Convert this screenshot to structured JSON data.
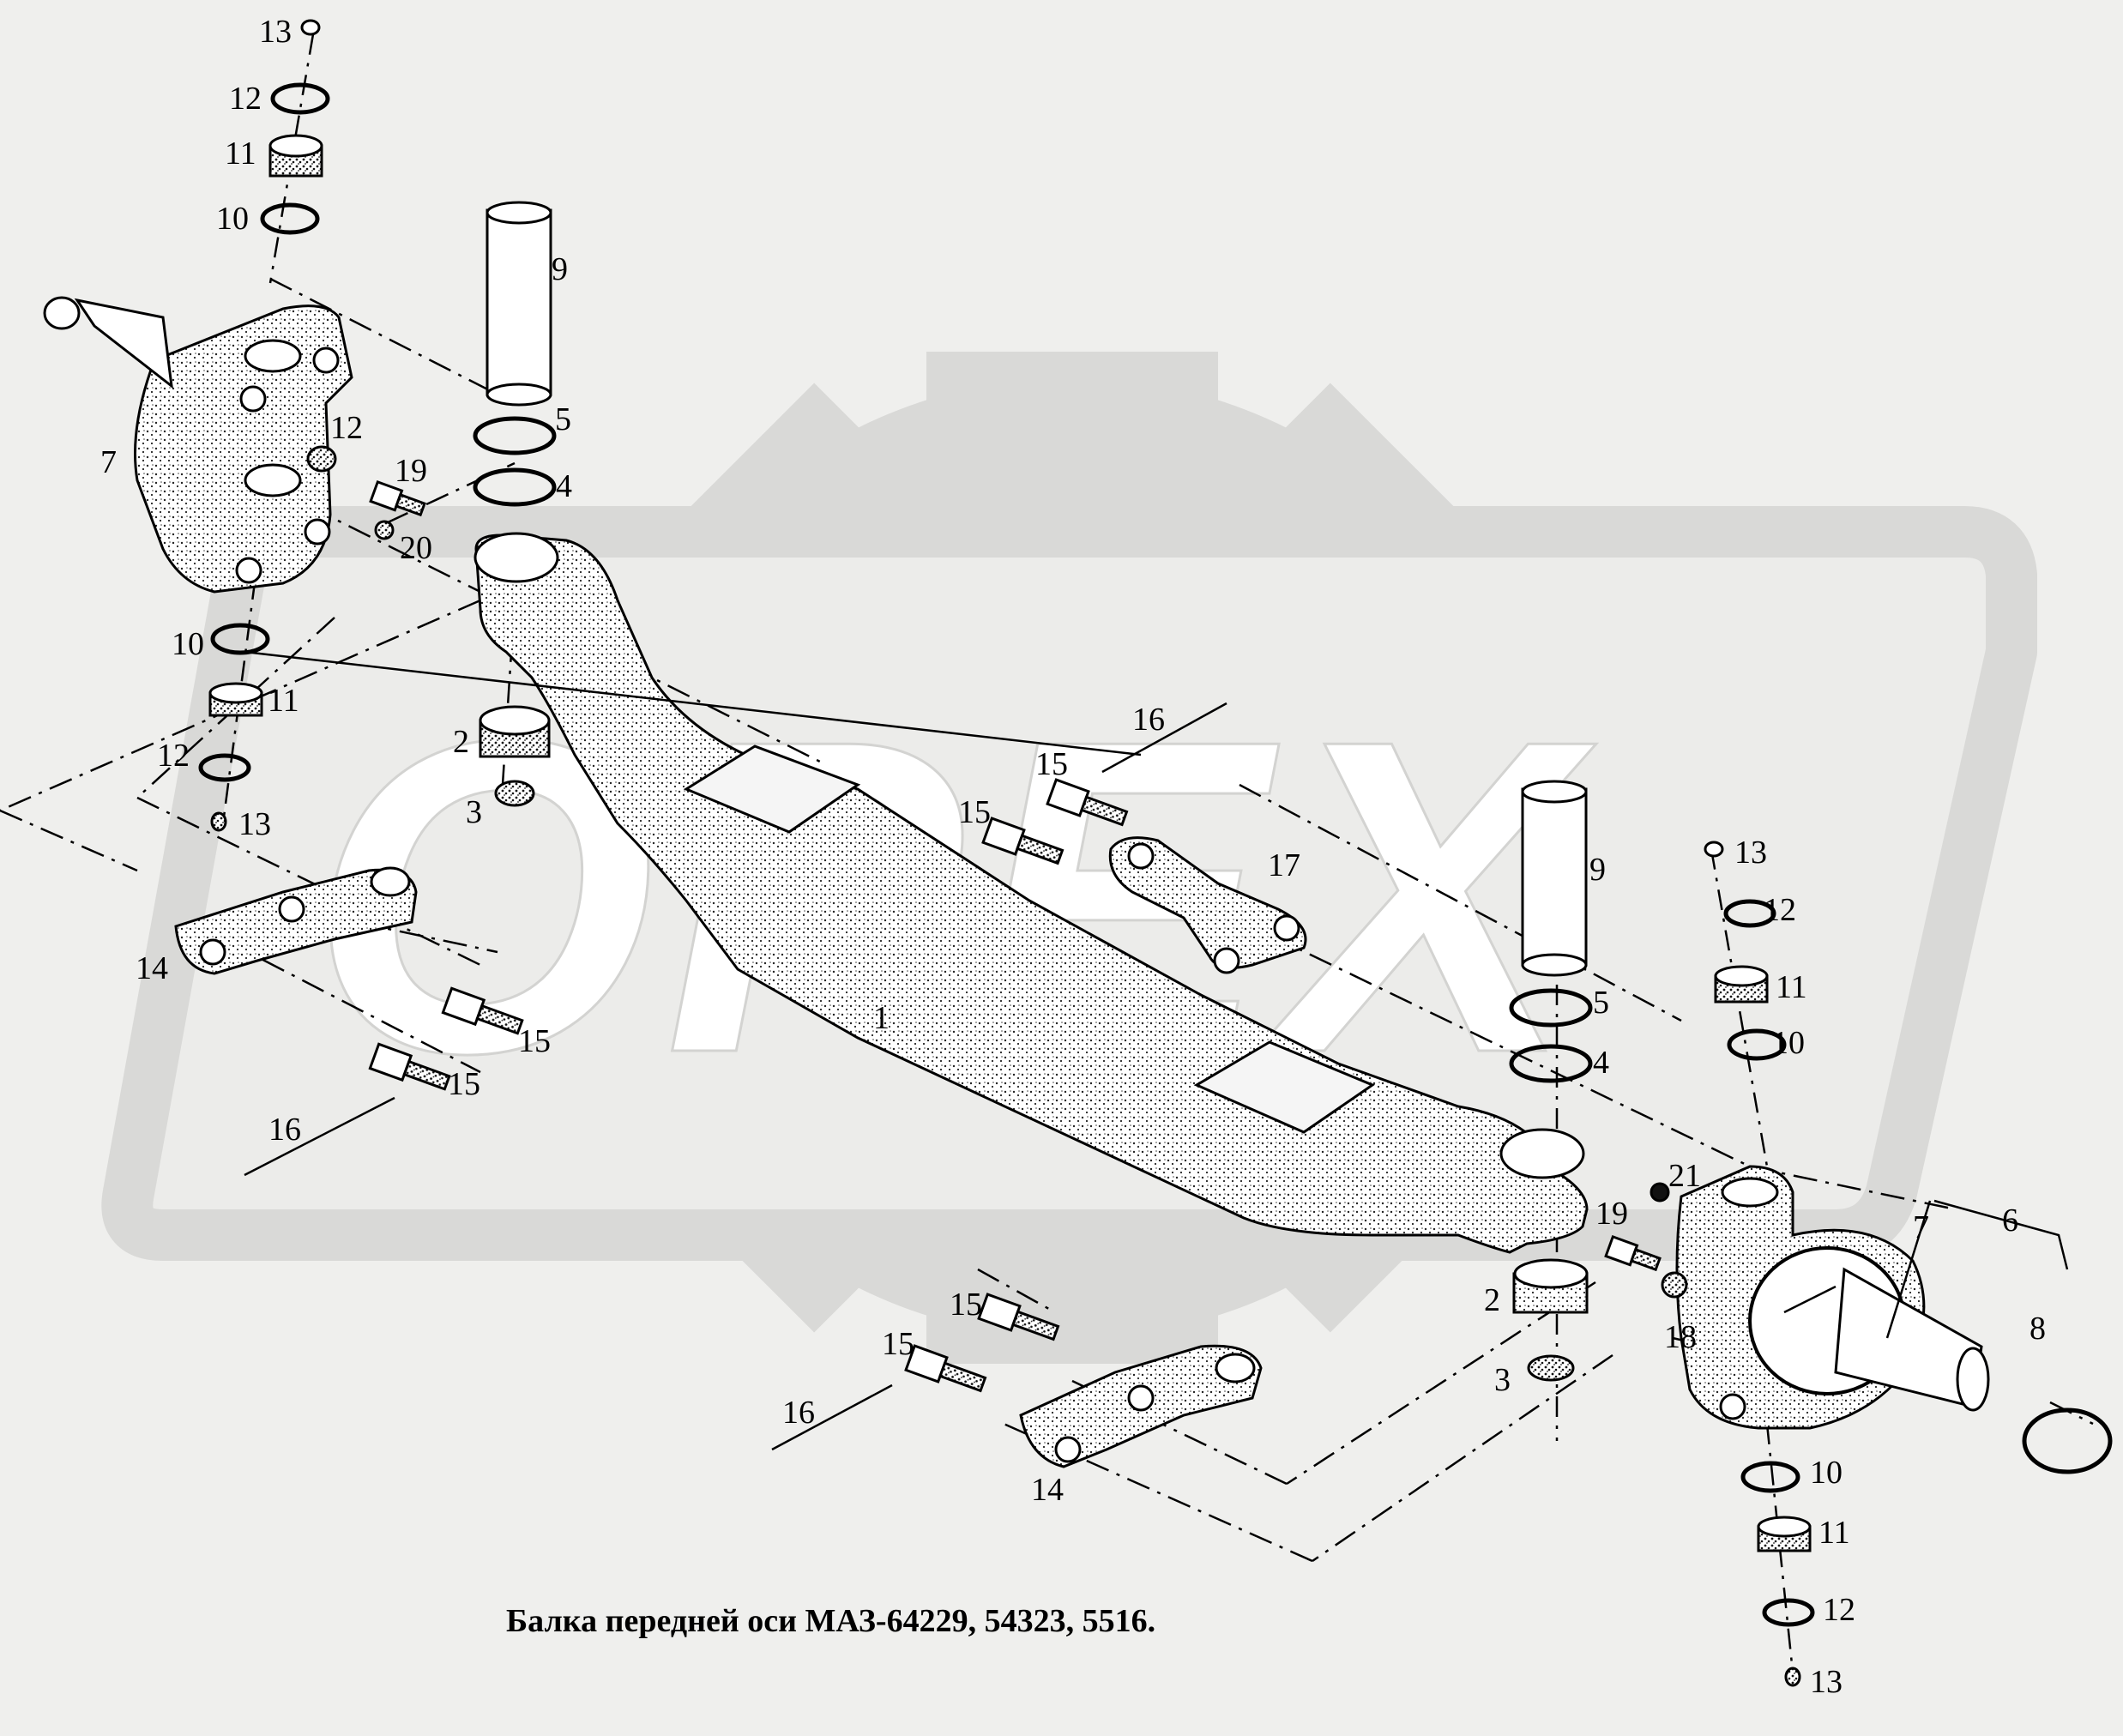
{
  "caption": "Балка передней оси МАЗ-64229, 54323, 5516.",
  "watermark": "OPEX",
  "colors": {
    "background": "#efefed",
    "watermark": "#d7d7d5",
    "ink": "#000000",
    "part_fill": "#ffffff"
  },
  "callouts": {
    "n1": "1",
    "n2": "2",
    "n3": "3",
    "n4": "4",
    "n5": "5",
    "n6": "6",
    "n7": "7",
    "n8": "8",
    "n9": "9",
    "n10": "10",
    "n11": "11",
    "n12": "12",
    "n13": "13",
    "n14": "14",
    "n15": "15",
    "n16": "16",
    "n17": "17",
    "n18": "18",
    "n19": "19",
    "n20": "20",
    "n21": "21"
  }
}
